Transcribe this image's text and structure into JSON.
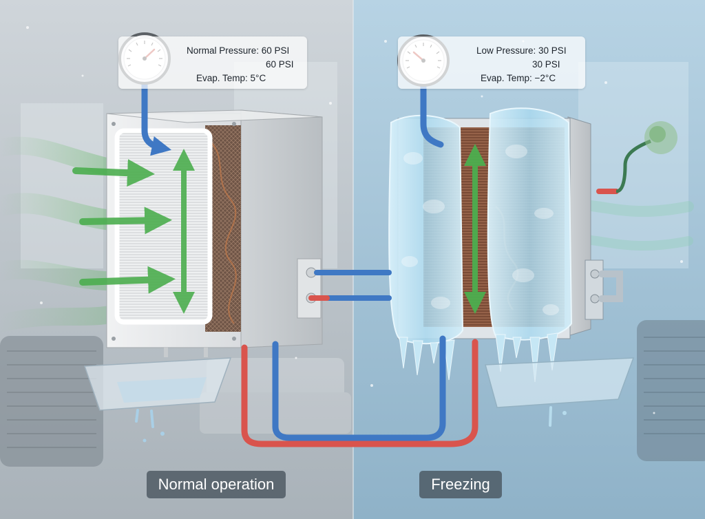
{
  "panels": {
    "normal": {
      "caption": "Normal operation",
      "readout": {
        "pressure": "Normal Pressure: 60 PSI",
        "pressure_repeat": "60 PSI",
        "evap_temp": "Evap. Temp: 5°C"
      }
    },
    "freezing": {
      "caption": "Freezing",
      "readout": {
        "pressure": "Low Pressure: 30 PSI",
        "pressure_repeat": "30 PSI",
        "evap_temp": "Evap. Temp: −2°C"
      }
    }
  },
  "colors": {
    "normal_background": "#bfc6cc",
    "freezing_background": "#9fbfd3",
    "suction_pipe": "#3f78c4",
    "discharge_pipe": "#d9544d",
    "airflow_arrow": "#4cae4f",
    "ice": "#bfe3f3",
    "cabinet": "#e6e8ea"
  }
}
